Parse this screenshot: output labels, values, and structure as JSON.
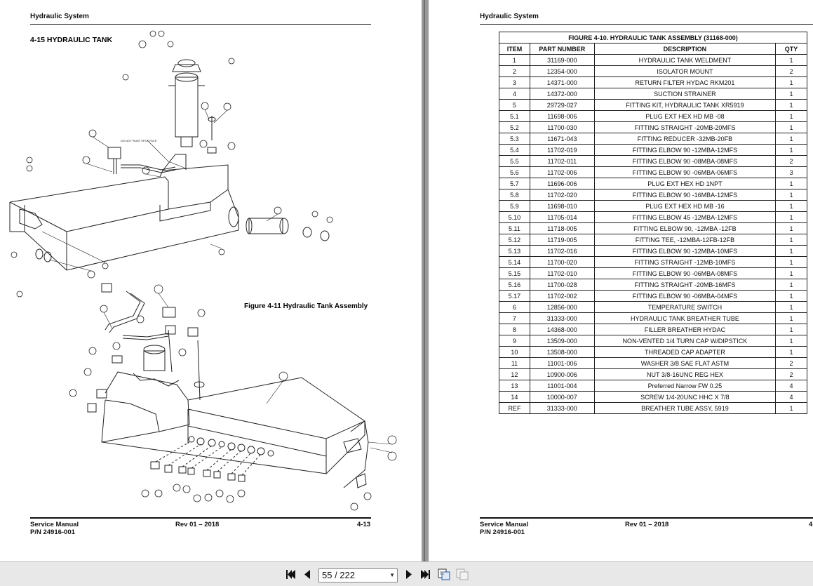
{
  "left_page": {
    "header": "Hydraulic System",
    "section_title": "4-15   HYDRAULIC TANK",
    "figure_caption": "Figure 4-11  Hydraulic Tank Assembly",
    "diagram_note": "DO NOT PAINT SPOT FACE",
    "footer": {
      "manual": "Service Manual",
      "pn": "P/N 24916-001",
      "rev": "Rev 01 – 2018",
      "page": "4-13"
    }
  },
  "right_page": {
    "header": "Hydraulic System",
    "footer": {
      "manual": "Service Manual",
      "pn": "P/N 24916-001",
      "rev": "Rev 01 – 2018",
      "page": "4"
    },
    "table": {
      "caption": "FIGURE 4-10.  HYDRAULIC TANK ASSEMBLY (31168-000)",
      "headers": [
        "ITEM",
        "PART NUMBER",
        "DESCRIPTION",
        "QTY"
      ],
      "rows": [
        [
          "1",
          "31169-000",
          "HYDRAULIC TANK WELDMENT",
          "1"
        ],
        [
          "2",
          "12354-000",
          "ISOLATOR MOUNT",
          "2"
        ],
        [
          "3",
          "14371-000",
          "RETURN FILTER HYDAC RKM201",
          "1"
        ],
        [
          "4",
          "14372-000",
          "SUCTION STRAINER",
          "1"
        ],
        [
          "5",
          "29729-027",
          "FITTING KIT, HYDRAULIC TANK XR5919",
          "1"
        ],
        [
          "5.1",
          "11698-006",
          "PLUG EXT HEX HD MB -08",
          "1"
        ],
        [
          "5.2",
          "11700-030",
          "FITTING STRAIGHT -20MB-20MFS",
          "1"
        ],
        [
          "5.3",
          "11671-043",
          "FITTING REDUCER -32MB-20FB",
          "1"
        ],
        [
          "5.4",
          "11702-019",
          "FITTING ELBOW 90 -12MBA-12MFS",
          "1"
        ],
        [
          "5.5",
          "11702-011",
          "FITTING ELBOW 90 -08MBA-08MFS",
          "2"
        ],
        [
          "5.6",
          "11702-006",
          "FITTING ELBOW 90 -06MBA-06MFS",
          "3"
        ],
        [
          "5.7",
          "11696-006",
          "PLUG EXT HEX HD 1NPT",
          "1"
        ],
        [
          "5.8",
          "11702-020",
          "FITTING ELBOW 90 -16MBA-12MFS",
          "1"
        ],
        [
          "5.9",
          "11698-010",
          "PLUG EXT HEX HD MB -16",
          "1"
        ],
        [
          "5.10",
          "11705-014",
          "FITTING ELBOW 45 -12MBA-12MFS",
          "1"
        ],
        [
          "5.11",
          "11718-005",
          "FITTING ELBOW 90, -12MBA -12FB",
          "1"
        ],
        [
          "5.12",
          "11719-005",
          "FITTING TEE, -12MBA-12FB-12FB",
          "1"
        ],
        [
          "5.13",
          "11702-016",
          "FITTING ELBOW 90 -12MBA-10MFS",
          "1"
        ],
        [
          "5.14",
          "11700-020",
          "FITTING STRAIGHT -12MB-10MFS",
          "1"
        ],
        [
          "5.15",
          "11702-010",
          "FITTING ELBOW 90 -06MBA-08MFS",
          "1"
        ],
        [
          "5.16",
          "11700-028",
          "FITTING STRAIGHT -20MB-16MFS",
          "1"
        ],
        [
          "5.17",
          "11702-002",
          "FITTING ELBOW 90 -06MBA-04MFS",
          "1"
        ],
        [
          "6",
          "12856-000",
          "TEMPERATURE SWITCH",
          "1"
        ],
        [
          "7",
          "31333-000",
          "HYDRAULIC TANK BREATHER TUBE",
          "1"
        ],
        [
          "8",
          "14368-000",
          "FILLER BREATHER HYDAC",
          "1"
        ],
        [
          "9",
          "13509-000",
          "NON-VENTED 1/4 TURN CAP W/DIPSTICK",
          "1"
        ],
        [
          "10",
          "13508-000",
          "THREADED CAP ADAPTER",
          "1"
        ],
        [
          "11",
          "11001-006",
          "WASHER 3/8 SAE FLAT ASTM",
          "2"
        ],
        [
          "12",
          "10900-006",
          "NUT 3/8-16UNC REG HEX",
          "2"
        ],
        [
          "13",
          "11001-004",
          "Preferred Narrow FW 0.25",
          "4"
        ],
        [
          "14",
          "10000-007",
          "SCREW 1/4-20UNC HHC X 7/8",
          "4"
        ],
        [
          "REF",
          "31333-000",
          "BREATHER TUBE ASSY, 5919",
          "1"
        ]
      ]
    }
  },
  "toolbar": {
    "page_indicator": "55 / 222",
    "icons": [
      "first-page-icon",
      "prev-page-icon",
      "next-page-icon",
      "last-page-icon",
      "copy-page-icon",
      "export-page-icon"
    ]
  }
}
